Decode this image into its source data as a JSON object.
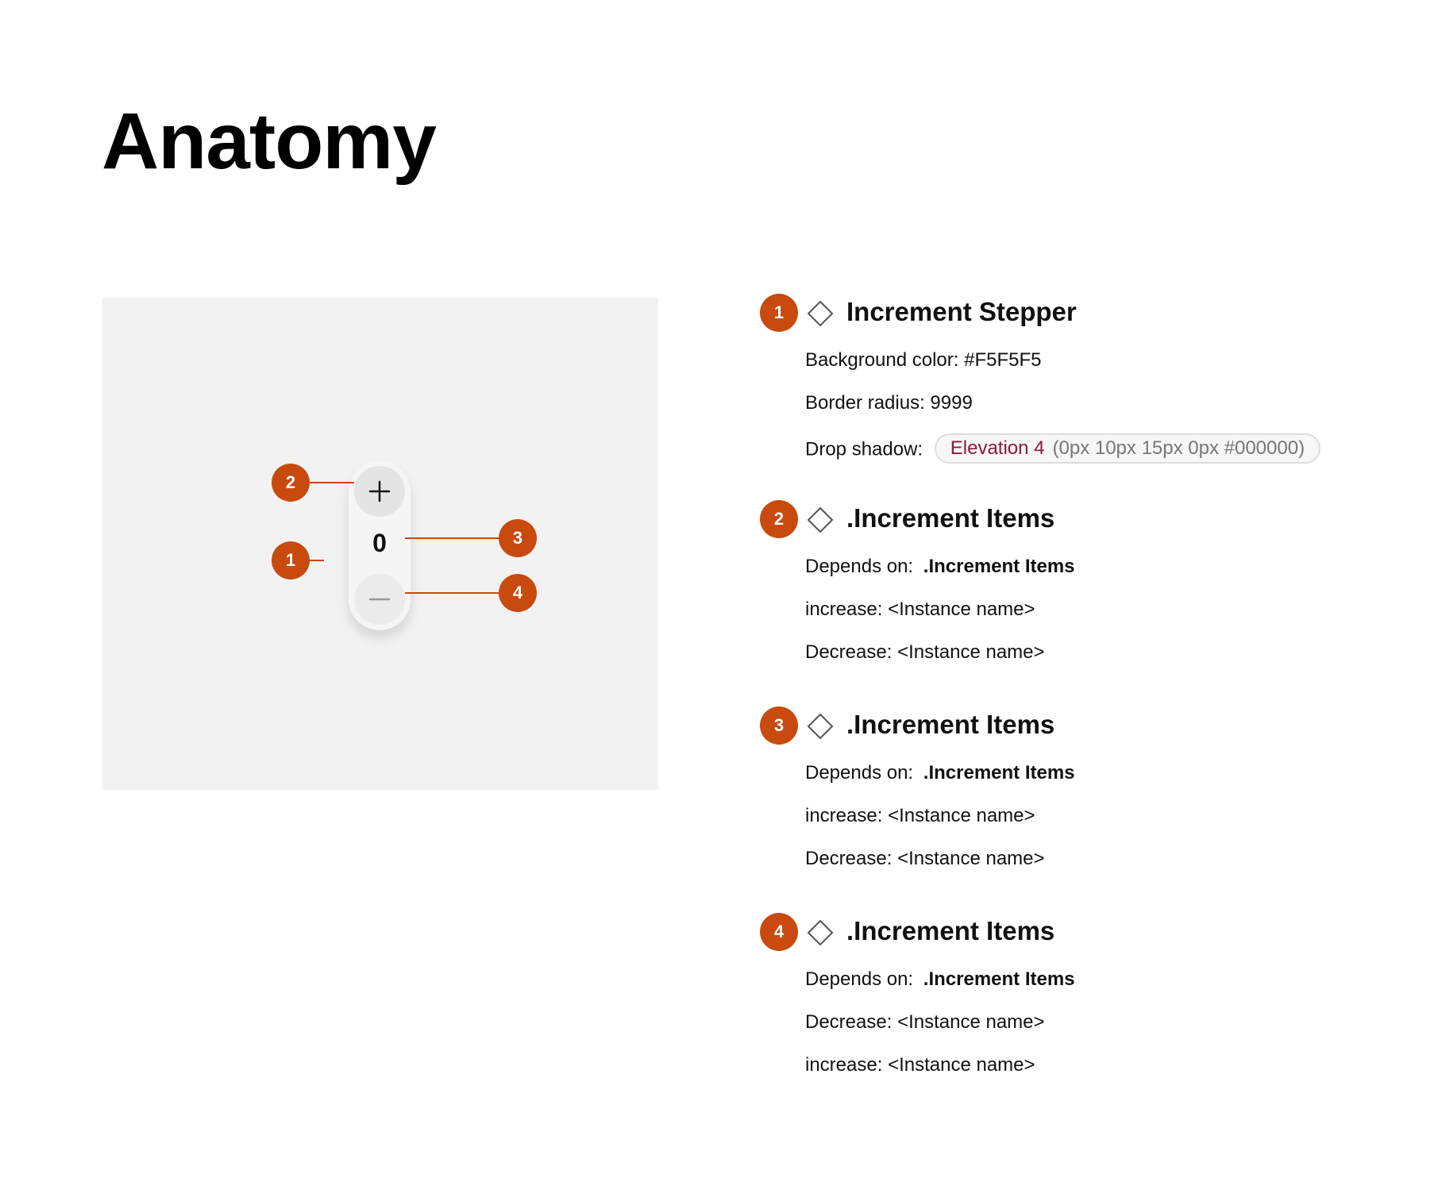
{
  "page_title": "Anatomy",
  "stepper": {
    "value": "0",
    "plus_icon": "plus-icon",
    "minus_icon": "minus-icon"
  },
  "callouts": [
    "1",
    "2",
    "3",
    "4"
  ],
  "specs": [
    {
      "number": "1",
      "icon": "diamond-outline-icon",
      "title": "Increment Stepper",
      "background_label": "Background color:",
      "background_value": "#F5F5F5",
      "radius_label": "Border radius:",
      "radius_value": "9999",
      "shadow_label": "Drop shadow:",
      "shadow_token": "Elevation 4",
      "shadow_value": "(0px 10px 15px 0px #000000)"
    },
    {
      "number": "2",
      "icon": "diamond-outline-icon",
      "title": ".Increment Items",
      "props": [
        {
          "label": "Depends on:",
          "value": ".Increment Items",
          "bold": true
        },
        {
          "label": "increase:",
          "value": "<Instance name>"
        },
        {
          "label": "Decrease:",
          "value": "<Instance name>"
        }
      ]
    },
    {
      "number": "3",
      "icon": "diamond-outline-icon",
      "title": ".Increment Items",
      "props": [
        {
          "label": "Depends on:",
          "value": ".Increment Items",
          "bold": true
        },
        {
          "label": "increase:",
          "value": "<Instance name>"
        },
        {
          "label": "Decrease:",
          "value": "<Instance name>"
        }
      ]
    },
    {
      "number": "4",
      "icon": "diamond-outline-icon",
      "title": ".Increment Items",
      "props": [
        {
          "label": "Depends on:",
          "value": ".Increment Items",
          "bold": true
        },
        {
          "label": "Decrease:",
          "value": "<Instance name>"
        },
        {
          "label": "increase:",
          "value": "<Instance name>"
        }
      ]
    }
  ],
  "colors": {
    "callout": "#C84A0E",
    "preview_background": "#F2F2F2",
    "stepper_background": "#F5F5F5",
    "token": "#8B1A3A"
  }
}
